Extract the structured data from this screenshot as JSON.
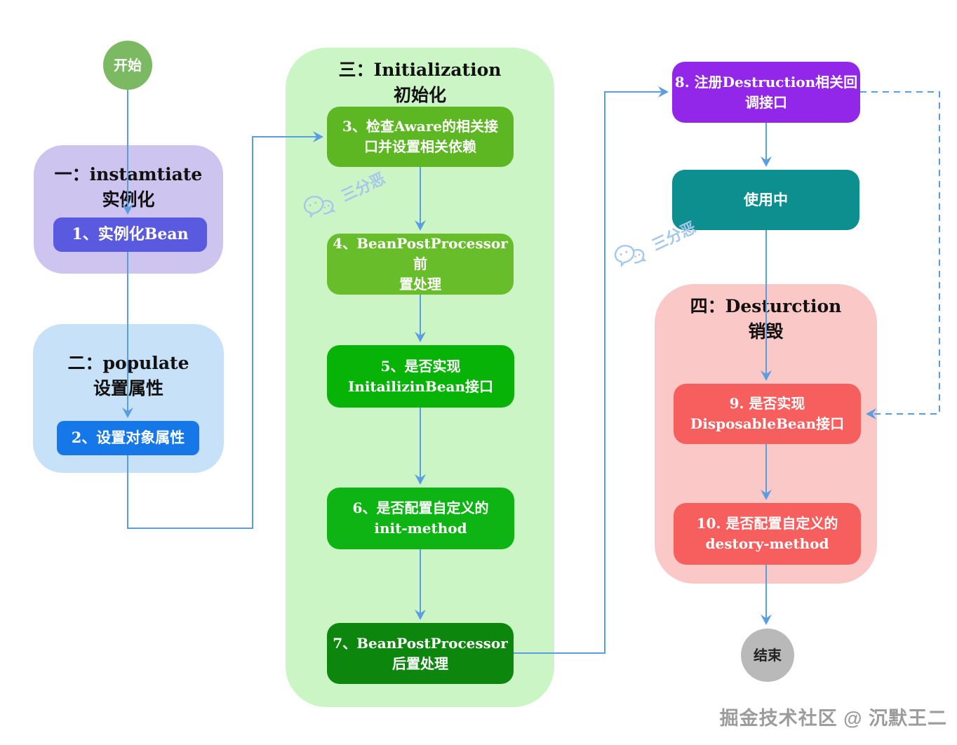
{
  "flow": {
    "start": {
      "label": "开始"
    },
    "end": {
      "label": "结束"
    },
    "phase1": {
      "title": "一：instamtiate\n实例化",
      "step1": "1、实例化Bean"
    },
    "phase2": {
      "title": "二：populate\n设置属性",
      "step2": "2、设置对象属性"
    },
    "phase3": {
      "title": "三：Initialization\n初始化",
      "step3": "3、检查Aware的相关接\n口并设置相关依赖",
      "step4": "4、BeanPostProcessor 前\n置处理",
      "step5": "5、是否实现\nInitailizinBean接口",
      "step6": "6、是否配置自定义的\ninit-method",
      "step7": "7、BeanPostProcessor\n后置处理"
    },
    "step8": "8. 注册Destruction相关回\n调接口",
    "in_use": "使用中",
    "phase4": {
      "title": "四：Desturction\n销毁",
      "step9": "9. 是否实现\nDisposableBean接口",
      "step10": "10. 是否配置自定义的\ndestory-method"
    }
  },
  "watermark": {
    "text": "三分恶",
    "credit": "掘金技术社区 @ 沉默王二"
  },
  "colors": {
    "start_circle": "#7cb963",
    "end_circle": "#b9b9b9",
    "phase1_bg": "#cdc4f0",
    "step1_bg": "#5a5ae0",
    "phase2_bg": "#c6e1f8",
    "step2_bg": "#1677e8",
    "phase3_bg": "#ccf5c6",
    "step3_bg": "#5cb723",
    "step4_bg": "#68bd2a",
    "step5_bg": "#08b308",
    "step6_bg": "#0db413",
    "step7_bg": "#0c860c",
    "step8_bg": "#9227ea",
    "in_use_bg": "#0d8f8f",
    "phase4_bg": "#fac8c6",
    "step9_bg": "#f75e5e",
    "step10_bg": "#f75e5e",
    "connector": "#5b9de2",
    "watermark_blue": "#a6c7ec"
  }
}
